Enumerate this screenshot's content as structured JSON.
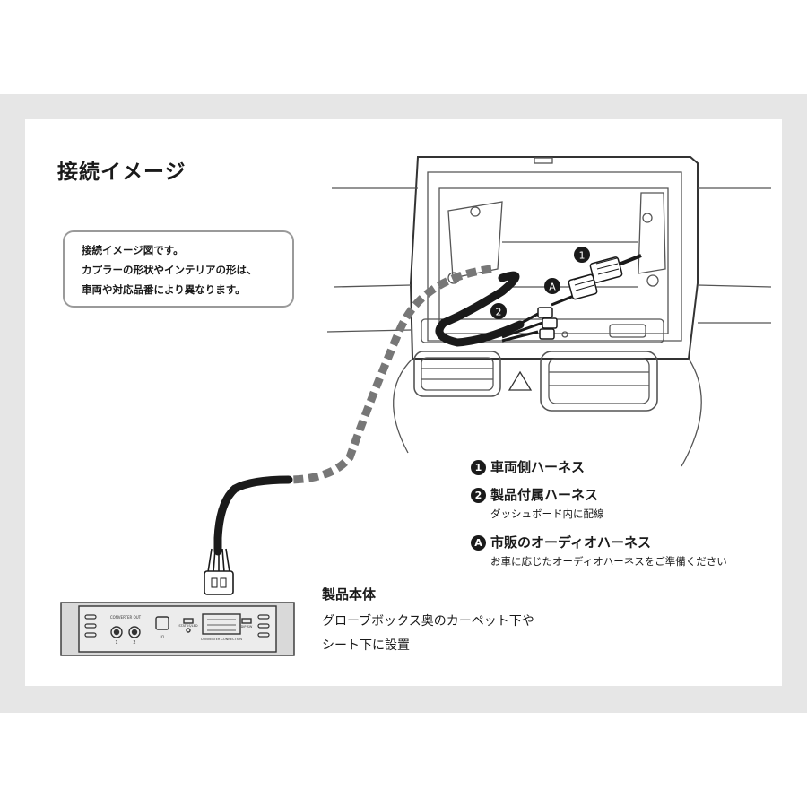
{
  "title": "接続イメージ",
  "note": {
    "lines": [
      "接続イメージ図です。",
      "カプラーの形状やインテリアの形は、",
      "車両や対応品番により異なります。"
    ]
  },
  "legend": [
    {
      "marker": "1",
      "label": "車両側ハーネス",
      "sub": ""
    },
    {
      "marker": "2",
      "label": "製品付属ハーネス",
      "sub": "ダッシュボード内に配線"
    },
    {
      "marker": "A",
      "label": "市販のオーディオハーネス",
      "sub": "お車に応じたオーディオハーネスをご準備ください"
    }
  ],
  "product": {
    "title": "製品本体",
    "lines": [
      "グローブボックス奥のカーペット下や",
      "シート下に設置"
    ]
  },
  "device": {
    "left_label": "CONVERTER OUT",
    "left_ports": [
      "1",
      "2"
    ],
    "mid_label": "P1",
    "status_label": "STATUS/LED",
    "right_label": "DIP SW",
    "connector_label": "CONVERTER CONNECTION"
  },
  "colors": {
    "frame": "#e6e6e6",
    "line": "#1a1a1a",
    "cable_dash": "#777777"
  }
}
